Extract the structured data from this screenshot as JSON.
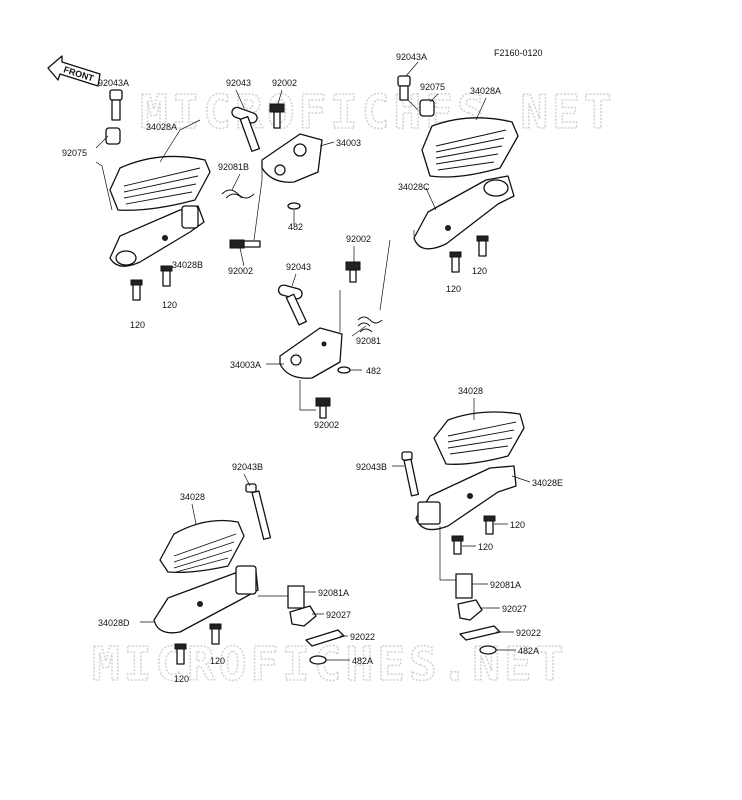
{
  "figure_code": "F2160-0120",
  "front_arrow_label": "FRONT",
  "watermark": "MICROFICHES.NET",
  "labels": {
    "p92043A_top_left": "92043A",
    "p92075_left": "92075",
    "p34028A_left": "34028A",
    "p34028B": "34028B",
    "p120_left_a": "120",
    "p120_left_b": "120",
    "p92043_top": "92043",
    "p92002_top": "92002",
    "p34003": "34003",
    "p92081B": "92081B",
    "p482": "482",
    "p92002_mid_left": "92002",
    "p92043A_top_right": "92043A",
    "p92075_right": "92075",
    "p34028A_right": "34028A",
    "p34028C": "34028C",
    "p120_right_a": "120",
    "p120_right_b": "120",
    "p92002_center": "92002",
    "p92043_center": "92043",
    "p92081": "92081",
    "p34003A": "34003A",
    "p482_center": "482",
    "p92002_center_bottom": "92002",
    "p34028_right": "34028",
    "p92043B_right": "92043B",
    "p34028E": "34028E",
    "p120_br_a": "120",
    "p120_br_b": "120",
    "p92081A_right": "92081A",
    "p92027_right": "92027",
    "p92022_right": "92022",
    "p482A_right": "482A",
    "p92043B_left": "92043B",
    "p34028_left": "34028",
    "p34028D": "34028D",
    "p92081A_left": "92081A",
    "p92027_left": "92027",
    "p92022_left": "92022",
    "p482A_left": "482A",
    "p120_bl_a": "120",
    "p120_bl_b": "120"
  }
}
